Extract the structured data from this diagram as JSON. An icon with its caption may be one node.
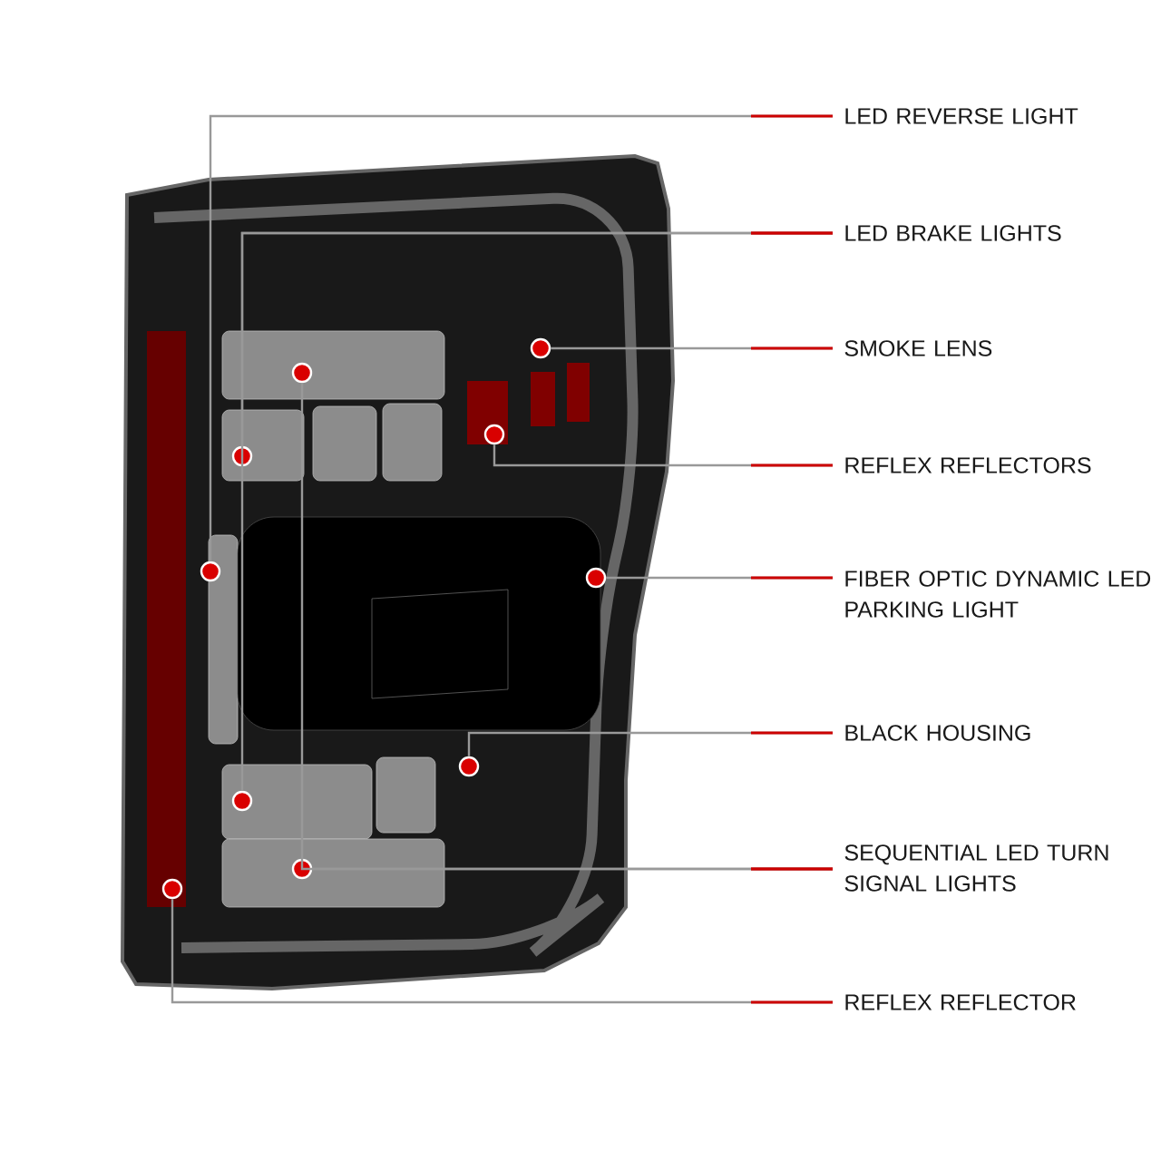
{
  "diagram": {
    "nodes": [
      {
        "text": [
          "LED REVERSE LIGHT"
        ]
      },
      {
        "text": [
          "LED BRAKE LIGHTS"
        ]
      },
      {
        "text": [
          "SMOKE LENS"
        ]
      },
      {
        "text": [
          "REFLEX REFLECTORS"
        ]
      },
      {
        "text": [
          "FIBER OPTIC DYNAMIC LED PARKING LIGHT"
        ]
      },
      {
        "text": [
          "BLACK HOUSING"
        ]
      },
      {
        "text": [
          "SEQUENTIAL LED TURN SIGNAL LIGHTS"
        ]
      },
      {
        "text": [
          "REFLEX REFLECTOR"
        ]
      },
      {
        "text": [],
        "shape": "circle"
      },
      {
        "text": [],
        "shape": "circle"
      },
      {
        "text": [],
        "shape": "circle"
      },
      {
        "text": [],
        "shape": "circle"
      },
      {
        "text": [],
        "shape": "circle"
      },
      {
        "text": [],
        "shape": "circle"
      },
      {
        "text": [],
        "shape": "circle"
      },
      {
        "text": [],
        "shape": "circle"
      },
      {
        "text": [],
        "shape": "circle"
      },
      {
        "text": [],
        "shape": "circle"
      }
    ],
    "edges": [
      {
        "from": 0,
        "to": 12,
        "arrow": "none"
      },
      {
        "from": 1,
        "to": 11,
        "arrow": "none"
      },
      {
        "from": 1,
        "to": 15,
        "arrow": "none"
      },
      {
        "from": 2,
        "to": 8,
        "arrow": "none"
      },
      {
        "from": 3,
        "to": 10,
        "arrow": "none"
      },
      {
        "from": 4,
        "to": 13,
        "arrow": "none"
      },
      {
        "from": 5,
        "to": 14,
        "arrow": "none"
      },
      {
        "from": 6,
        "to": 16,
        "arrow": "none"
      },
      {
        "from": 6,
        "to": 9,
        "arrow": "none"
      },
      {
        "from": 7,
        "to": 17,
        "arrow": "none"
      }
    ]
  }
}
